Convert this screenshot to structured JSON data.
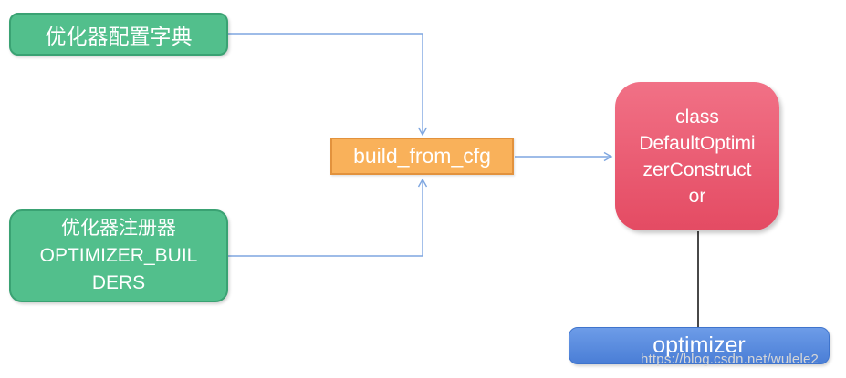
{
  "diagram": {
    "nodes": {
      "config_dict": {
        "label": "优化器配置字典"
      },
      "registry": {
        "label": "优化器注册器 OPTIMIZER_BUILDERS",
        "lines": [
          "优化器注册器",
          "OPTIMIZER_BUIL",
          "DERS"
        ]
      },
      "build_fn": {
        "label": "build_from_cfg"
      },
      "constructor": {
        "label": "class DefaultOptimizerConstructor",
        "lines": [
          "class",
          "DefaultOptimi",
          "zerConstruct",
          "or"
        ]
      },
      "optimizer": {
        "label": "optimizer"
      }
    },
    "watermark": {
      "text": "https://blog.csdn.net/wulele2"
    }
  },
  "colors": {
    "green_fill": "#52bf8c",
    "green_border": "#3aa273",
    "orange_fill": "#f9b15a",
    "orange_border": "#e2923d",
    "red_top": "#f17186",
    "red_bottom": "#e44b63",
    "blue_top": "#6d9ce8",
    "blue_bottom": "#4a7ed6",
    "blue_border": "#3f74cc",
    "connector": "#7ea6e0",
    "line": "#1a1a1a",
    "watermark": "#d6d6d6"
  }
}
